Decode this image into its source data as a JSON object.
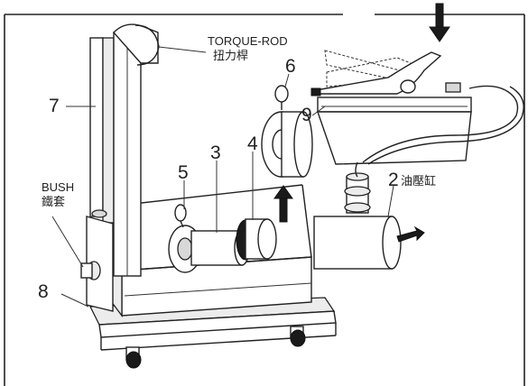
{
  "labels": {
    "torque_rod_en": "TORQUE-ROD",
    "torque_rod_zh": "扭力桿",
    "bush_en": "BUSH",
    "bush_zh": "鐵套",
    "cylinder_zh": "油壓缸",
    "n2": "2",
    "n3": "3",
    "n4": "4",
    "n5": "5",
    "n6": "6",
    "n7": "7",
    "n8": "8",
    "n9": "9"
  }
}
